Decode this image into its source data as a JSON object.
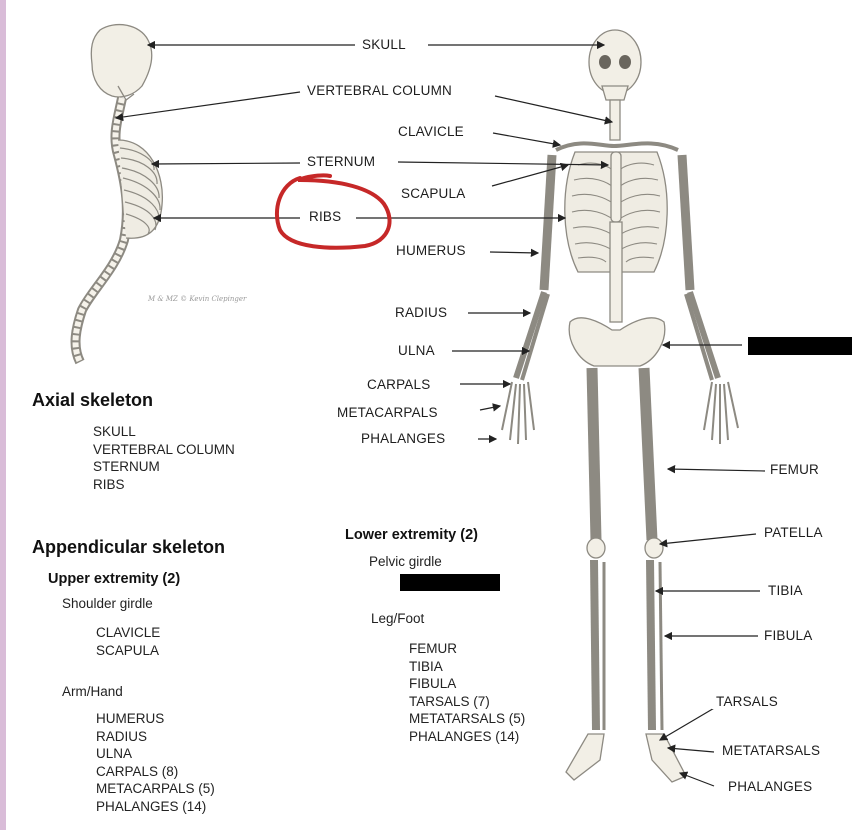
{
  "labels": {
    "skull": "SKULL",
    "vertebral_column": "VERTEBRAL COLUMN",
    "clavicle": "CLAVICLE",
    "sternum": "STERNUM",
    "scapula": "SCAPULA",
    "ribs": "RIBS",
    "humerus": "HUMERUS",
    "radius": "RADIUS",
    "ulna": "ULNA",
    "carpals": "CARPALS",
    "metacarpals": "METACARPALS",
    "phalanges_hand": "PHALANGES",
    "femur": "FEMUR",
    "patella": "PATELLA",
    "tibia": "TIBIA",
    "fibula": "FIBULA",
    "tarsals": "TARSALS",
    "metatarsals": "METATARSALS",
    "phalanges_foot": "PHALANGES"
  },
  "signature": "M & MZ © Kevin Clepinger",
  "axial": {
    "heading": "Axial skeleton",
    "items": [
      "SKULL",
      "VERTEBRAL COLUMN",
      "STERNUM",
      "RIBS"
    ]
  },
  "appendicular": {
    "heading": "Appendicular skeleton",
    "upper": {
      "heading": "Upper extremity (2)",
      "shoulder_girdle": "Shoulder girdle",
      "shoulder_items": [
        "CLAVICLE",
        "SCAPULA"
      ],
      "arm_hand": "Arm/Hand",
      "arm_items": [
        "HUMERUS",
        "RADIUS",
        "ULNA",
        "CARPALS (8)",
        "METACARPALS (5)",
        "PHALANGES (14)"
      ]
    },
    "lower": {
      "heading": "Lower extremity (2)",
      "pelvic_girdle": "Pelvic girdle",
      "leg_foot": "Leg/Foot",
      "leg_items": [
        "FEMUR",
        "TIBIA",
        "FIBULA",
        "TARSALS (7)",
        "METATARSALS (5)",
        "PHALANGES (14)"
      ]
    }
  },
  "colors": {
    "bone_fill": "#f2efe6",
    "bone_stroke": "#8d8a82",
    "leader_line": "#222222",
    "annotation_circle": "#c62828",
    "redaction": "#000000"
  }
}
